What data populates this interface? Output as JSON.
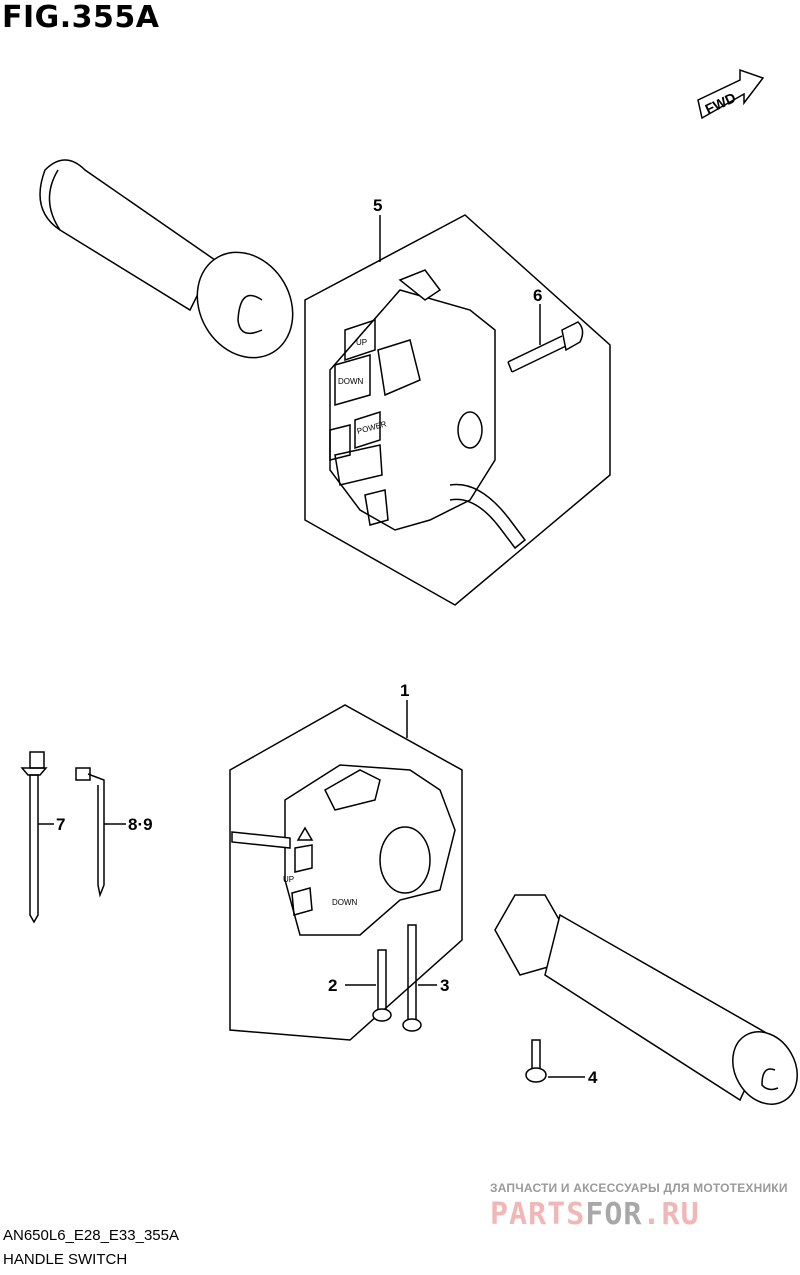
{
  "figure": {
    "title": "FIG.355A",
    "code": "AN650L6_E28_E33_355A",
    "name": "HANDLE SWITCH"
  },
  "fwd_label": "FWD",
  "callouts": {
    "p5": "5",
    "p6": "6",
    "p1": "1",
    "p7": "7",
    "p89": "8·9",
    "p2": "2",
    "p3": "3",
    "p4": "4"
  },
  "switch_faces": {
    "up": "UP",
    "down": "DOWN",
    "power": "POWER",
    "up2": "UP",
    "down2": "DOWN"
  },
  "watermark": {
    "subtitle": "ЗАПЧАСТИ И АКСЕССУАРЫ ДЛЯ МОТОТЕХНИКИ",
    "logo_a": "PARTS",
    "logo_b": "FOR",
    "logo_c": ".RU",
    "colors": {
      "pink": "#f2b6b6",
      "gray": "#a8a8a8"
    }
  }
}
